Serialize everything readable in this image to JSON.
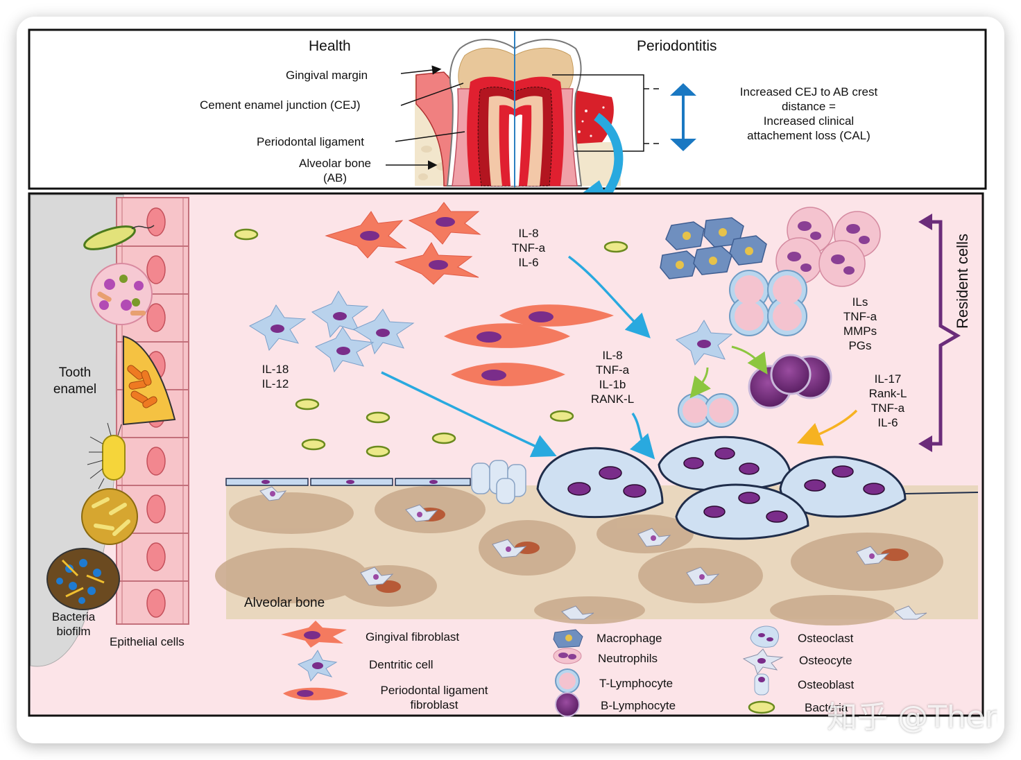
{
  "top_panel": {
    "health_title": "Health",
    "perio_title": "Periodontitis",
    "labels": {
      "gingival_margin": "Gingival margin",
      "cej": "Cement enamel junction (CEJ)",
      "pdl": "Periodontal ligament",
      "alveolar_bone_1": "Alveolar bone",
      "alveolar_bone_2": "(AB)"
    },
    "cal_text": [
      "Increased CEJ to AB crest",
      "distance =",
      "Increased clinical",
      "attachement loss (CAL)"
    ]
  },
  "bottom_panel": {
    "tooth_enamel": [
      "Tooth",
      "enamel"
    ],
    "bacteria_biofilm": [
      "Bacteria",
      "biofilm"
    ],
    "epithelial_cells": "Epithelial cells",
    "alveolar_bone": "Alveolar bone",
    "cytokines_fibroblast": [
      "IL-8",
      "TNF-a",
      "IL-6"
    ],
    "cytokines_dendritic": [
      "IL-18",
      "IL-12"
    ],
    "cytokines_pdl": [
      "IL-8",
      "TNF-a",
      "IL-1b",
      "RANK-L"
    ],
    "cytokines_immune": [
      "ILs",
      "TNF-a",
      "MMPs",
      "PGs"
    ],
    "cytokines_lymph": [
      "IL-17",
      "Rank-L",
      "TNF-a",
      "IL-6"
    ],
    "resident_cells": "Resident cells"
  },
  "legend": {
    "gingival_fibroblast": "Gingival fibroblast",
    "dendritic_cell": "Dentritic cell",
    "pdl_fibroblast": [
      "Periodontal ligament",
      "fibroblast"
    ],
    "macrophage": "Macrophage",
    "neutrophils": "Neutrophils",
    "t_lymphocyte": "T-Lymphocyte",
    "b_lymphocyte": "B-Lymphocyte",
    "osteoclast": "Osteoclast",
    "osteocyte": "Osteocyte",
    "osteoblast": "Osteoblast",
    "bacteria": "Bacteria"
  },
  "watermark": "知乎 @Theron",
  "colors": {
    "arrow_blue": "#29a9df",
    "resident_purple": "#6b2c7a",
    "cal_arrow": "#1a78c2",
    "panel_bg": "#fce4e8",
    "bone": "#e9d7be"
  }
}
